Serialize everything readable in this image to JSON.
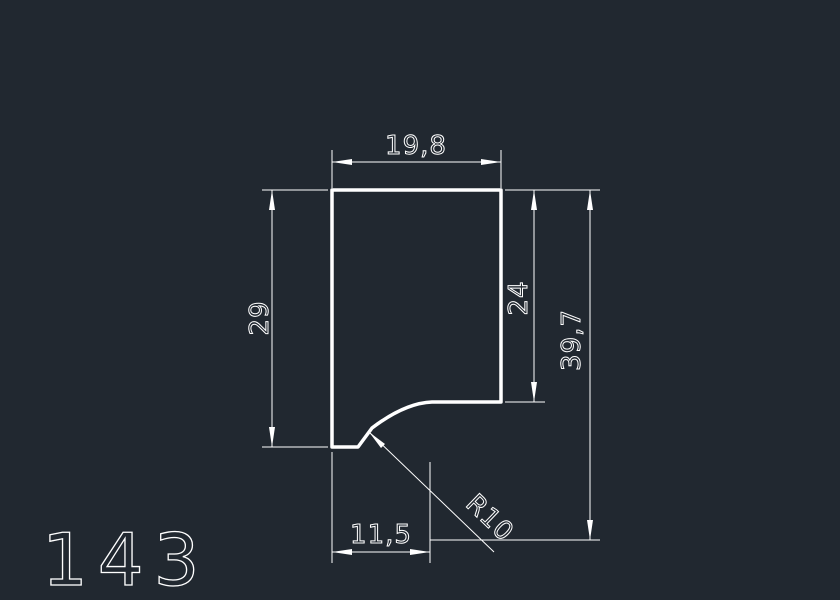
{
  "drawing": {
    "part_number": "143",
    "dimensions": {
      "top_width": "19,8",
      "left_height": "29",
      "right_step_height": "24",
      "total_height": "39,7",
      "bottom_width": "11,5",
      "radius": "R10"
    },
    "colors": {
      "background": "#212830",
      "lines": "#ffffff"
    }
  }
}
